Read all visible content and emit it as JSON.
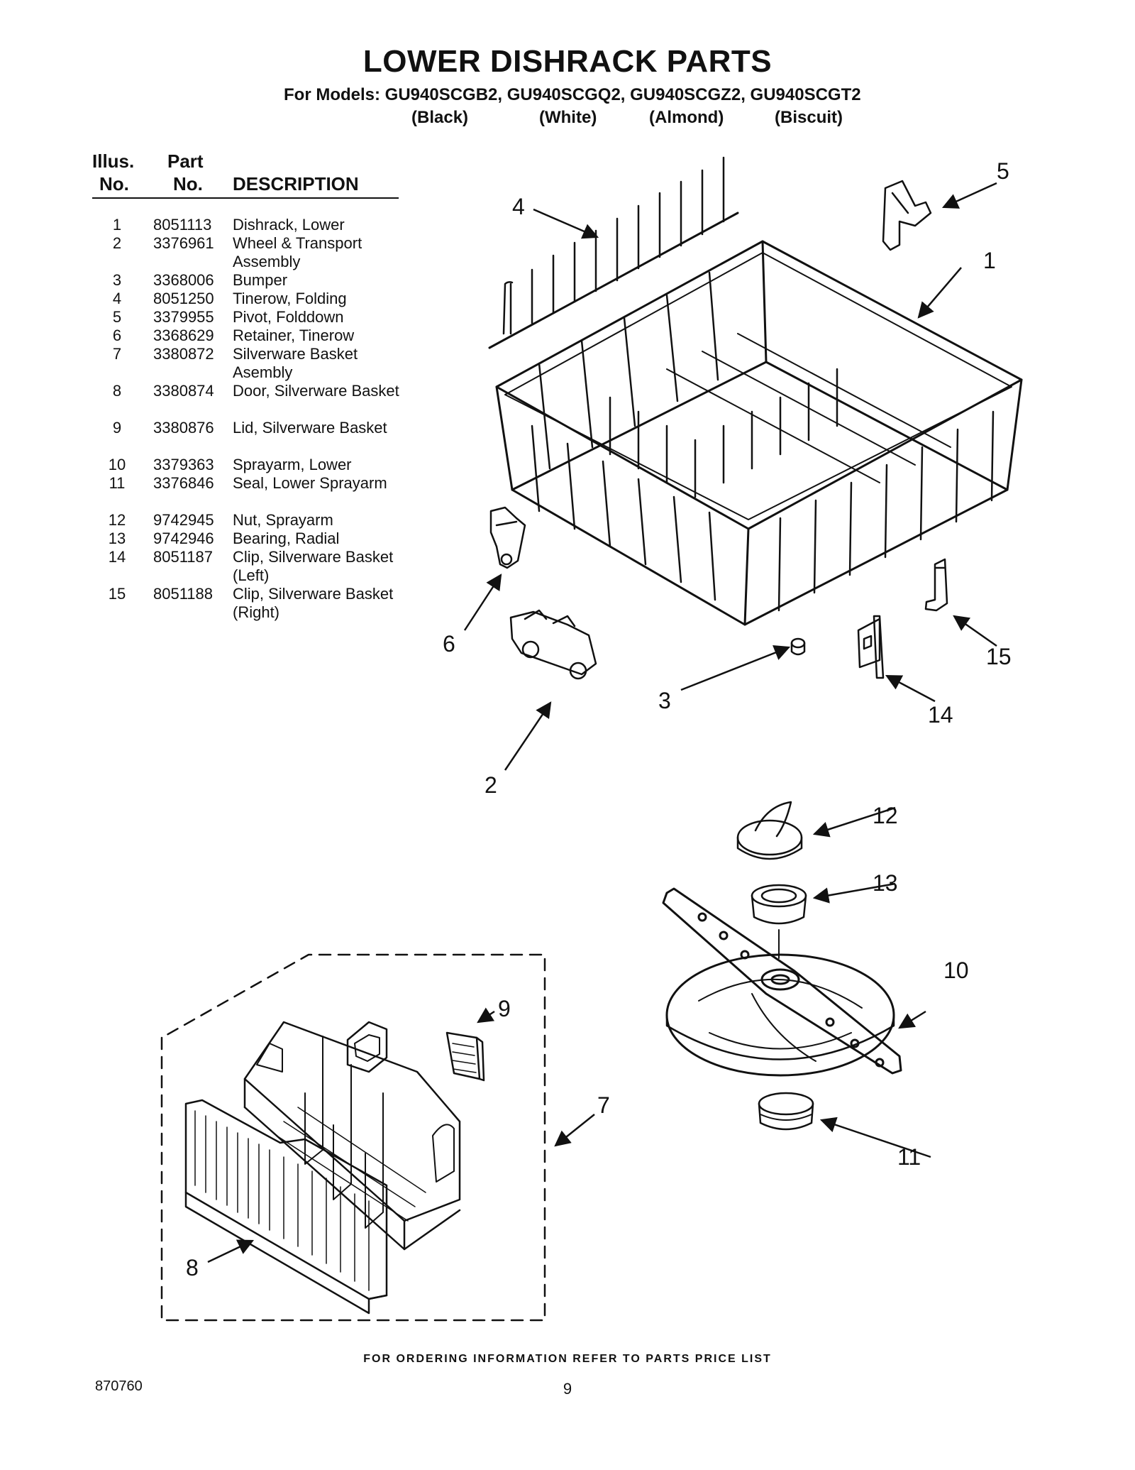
{
  "header": {
    "title": "LOWER DISHRACK PARTS",
    "models_line": "For Models: GU940SCGB2, GU940SCGQ2, GU940SCGZ2, GU940SCGT2",
    "colors": [
      "(Black)",
      "(White)",
      "(Almond)",
      "(Biscuit)"
    ]
  },
  "table": {
    "headers": {
      "illus_line1": "Illus.",
      "illus_line2": "No.",
      "part_line1": "Part",
      "part_line2": "No.",
      "description": "DESCRIPTION"
    },
    "rows": [
      {
        "no": "1",
        "part": "8051113",
        "desc": "Dishrack, Lower"
      },
      {
        "no": "2",
        "part": "3376961",
        "desc": "Wheel & Transport Assembly"
      },
      {
        "no": "3",
        "part": "3368006",
        "desc": "Bumper"
      },
      {
        "no": "4",
        "part": "8051250",
        "desc": "Tinerow, Folding"
      },
      {
        "no": "5",
        "part": "3379955",
        "desc": "Pivot, Folddown"
      },
      {
        "no": "6",
        "part": "3368629",
        "desc": "Retainer, Tinerow"
      },
      {
        "no": "7",
        "part": "3380872",
        "desc": "Silverware Basket Asembly"
      },
      {
        "no": "8",
        "part": "3380874",
        "desc": "Door, Silverware Basket"
      },
      {
        "no": "9",
        "part": "3380876",
        "desc": "Lid, Silverware Basket"
      },
      {
        "no": "10",
        "part": "3379363",
        "desc": "Sprayarm, Lower"
      },
      {
        "no": "11",
        "part": "3376846",
        "desc": "Seal, Lower Sprayarm"
      },
      {
        "no": "12",
        "part": "9742945",
        "desc": "Nut, Sprayarm"
      },
      {
        "no": "13",
        "part": "9742946",
        "desc": "Bearing, Radial"
      },
      {
        "no": "14",
        "part": "8051187",
        "desc": "Clip, Silverware Basket (Left)"
      },
      {
        "no": "15",
        "part": "8051188",
        "desc": "Clip, Silverware Basket (Right)"
      }
    ]
  },
  "callouts": [
    "1",
    "2",
    "3",
    "4",
    "5",
    "6",
    "7",
    "8",
    "9",
    "10",
    "11",
    "12",
    "13",
    "14",
    "15"
  ],
  "footer": {
    "ordering_note": "FOR ORDERING INFORMATION REFER TO PARTS PRICE LIST",
    "doc_number": "870760",
    "page_number": "9"
  }
}
